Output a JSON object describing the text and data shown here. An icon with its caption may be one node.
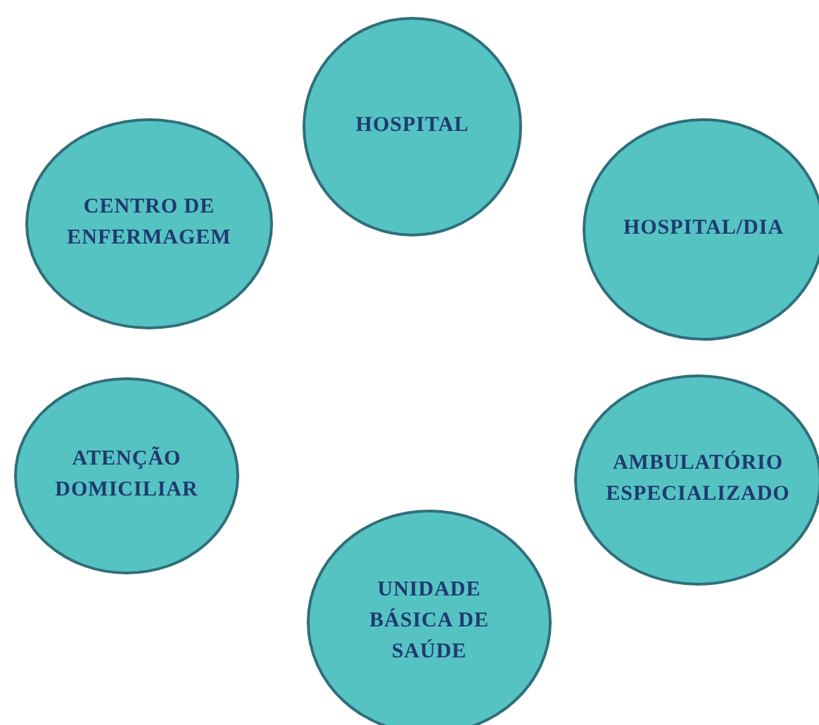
{
  "diagram": {
    "nodes": [
      {
        "text": [
          "HOSPITAL"
        ]
      },
      {
        "text": [
          "CENTRO DE ENFERMAGEM"
        ]
      },
      {
        "text": [
          "HOSPITAL/DIA"
        ]
      },
      {
        "text": [
          "ATENÇÃO DOMICILIAR"
        ]
      },
      {
        "text": [
          "AMBULATÓRIO ESPECIALIZADO"
        ]
      },
      {
        "text": [
          "UNIDADE BÁSICA DE SAÚDE"
        ]
      }
    ],
    "edges": []
  }
}
